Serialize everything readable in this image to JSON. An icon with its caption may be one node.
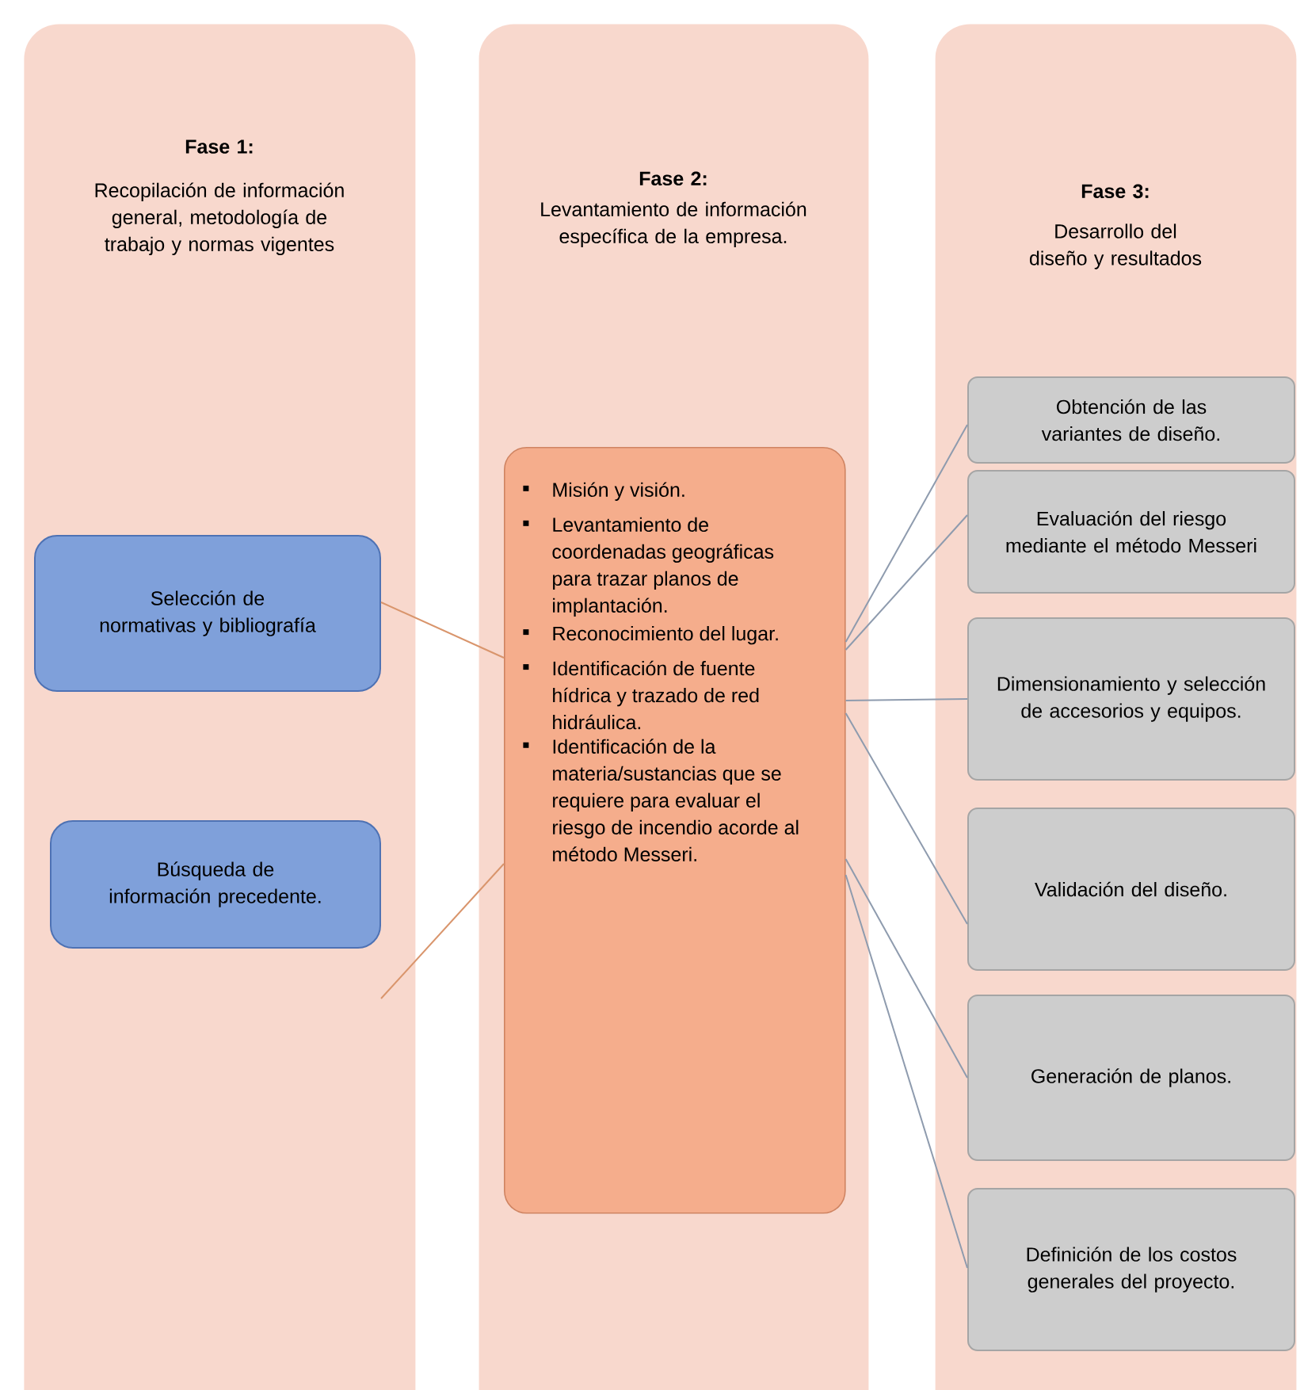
{
  "diagram": {
    "nodes": [
      {
        "text": [
          "Fase 1:",
          "Recopilación de información general, metodología de trabajo y normas vigentes"
        ]
      },
      {
        "text": [
          "Fase 2:",
          "Levantamiento de información específica de la empresa."
        ]
      },
      {
        "text": [
          "Fase 3:",
          "Desarrollo del diseño y resultados"
        ]
      },
      {
        "text": [
          "Selección de normativas y bibliografía"
        ],
        "in": 0
      },
      {
        "text": [
          "Búsqueda de información precedente."
        ],
        "in": 0
      },
      {
        "text": [
          "Misión y visión.",
          "Levantamiento de coordenadas geográficas para trazar planos de implantación.",
          "Reconocimiento del lugar.",
          "Identificación de fuente hídrica y trazado de red hidráulica.",
          "Identificación de la materia/sustancias que se requiere para evaluar el riesgo de incendio acorde al método Messeri."
        ],
        "in": 1
      },
      {
        "text": [
          "Obtención de las variantes de diseño."
        ],
        "in": 2
      },
      {
        "text": [
          "Evaluación del riesgo mediante el método Messeri"
        ],
        "in": 2
      },
      {
        "text": [
          "Dimensionamiento y selección de accesorios y equipos."
        ],
        "in": 2
      },
      {
        "text": [
          "Validación del diseño."
        ],
        "in": 2
      },
      {
        "text": [
          "Generación de planos."
        ],
        "in": 2
      },
      {
        "text": [
          "Definición de los costos generales del proyecto."
        ],
        "in": 2
      }
    ],
    "edges": [
      {
        "from": 3,
        "to": 5,
        "arrow": "none",
        "color": "#d9956c"
      },
      {
        "from": 4,
        "to": 5,
        "arrow": "none",
        "color": "#d9956c"
      },
      {
        "from": 5,
        "to": 6,
        "arrow": "none"
      },
      {
        "from": 5,
        "to": 7,
        "arrow": "none"
      },
      {
        "from": 5,
        "to": 8,
        "arrow": "none"
      },
      {
        "from": 5,
        "to": 9,
        "arrow": "none"
      },
      {
        "from": 5,
        "to": 10,
        "arrow": "none"
      },
      {
        "from": 5,
        "to": 11,
        "arrow": "none"
      }
    ]
  }
}
